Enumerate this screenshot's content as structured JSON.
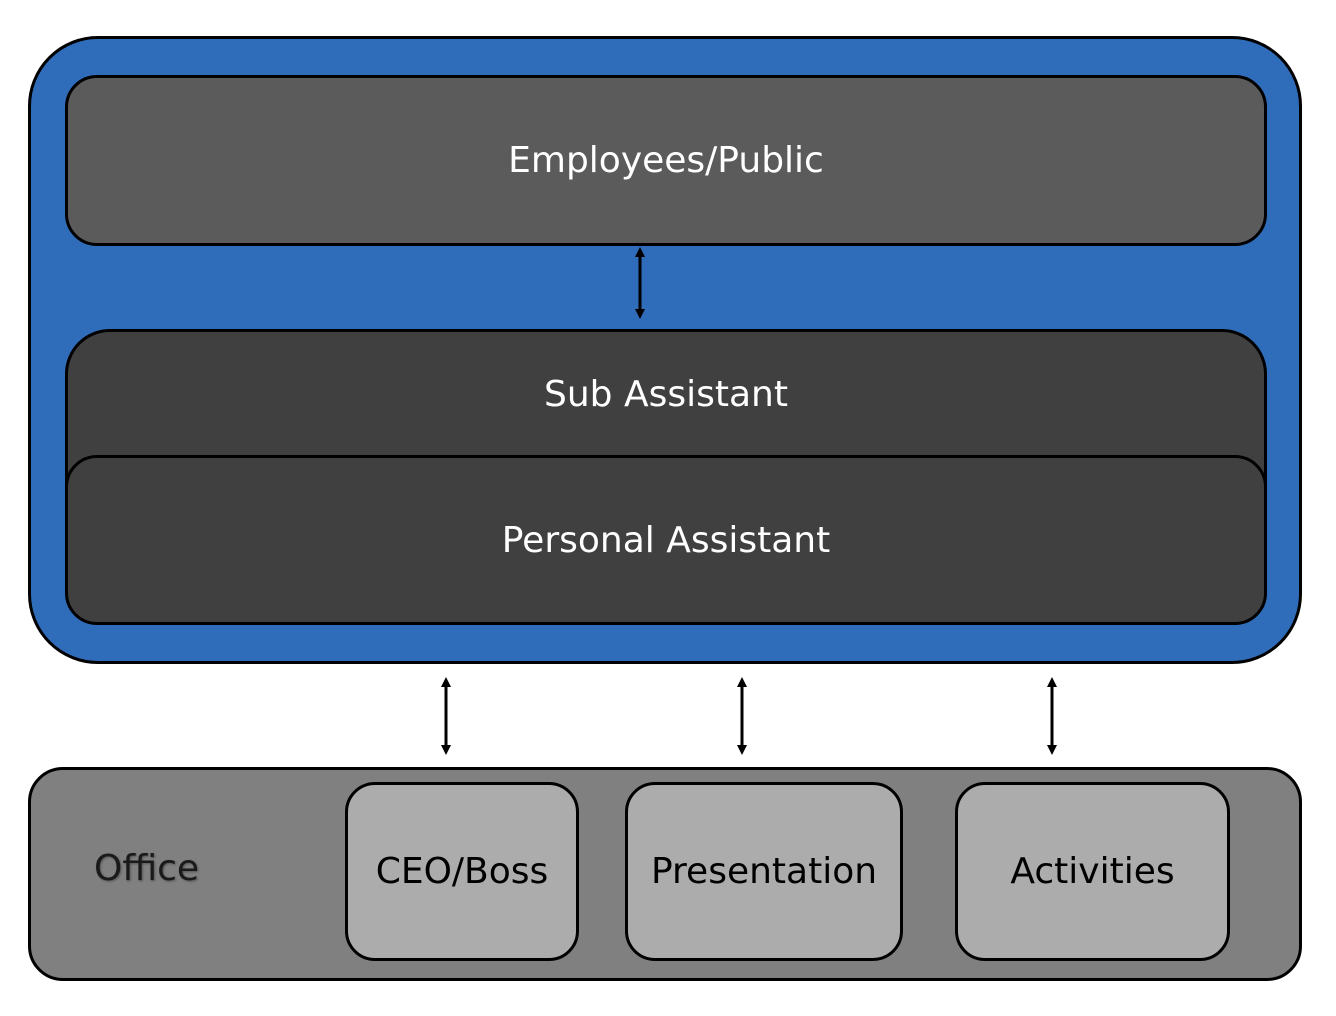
{
  "diagram": {
    "top_layer": "Employees/Public",
    "sub_assistant": "Sub Assistant",
    "personal_assistant": "Personal Assistant",
    "office": "Office",
    "office_items": [
      "CEO/Boss",
      "Presentation",
      "Activities"
    ]
  },
  "colors": {
    "outer": "#2f6dba",
    "employees": "#5b5b5b",
    "assistant": "#404040",
    "office": "#808080",
    "office_item": "#acacac"
  }
}
